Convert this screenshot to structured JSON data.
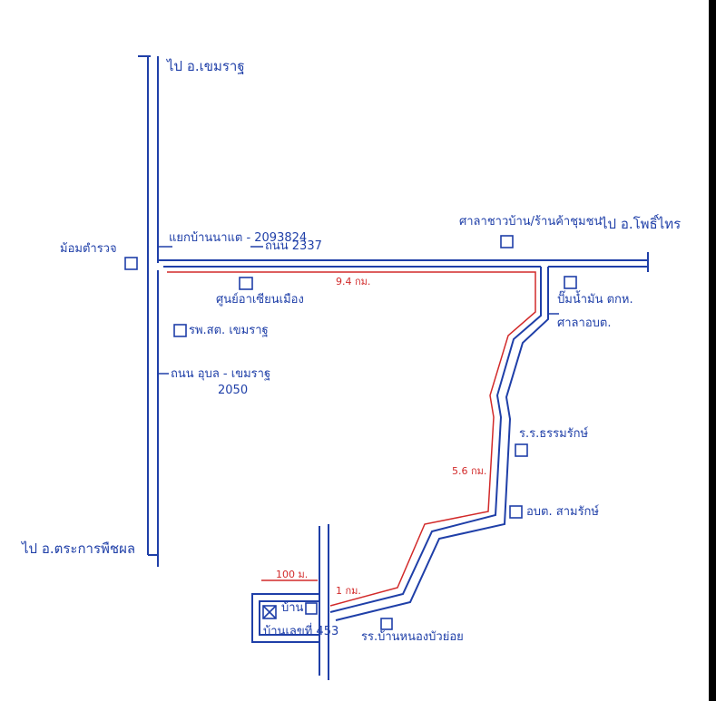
{
  "colors": {
    "ink": "#1f3fa8",
    "road_fill": "#4a90e2",
    "route": "#d22a2a",
    "edge": "#000000"
  },
  "labels": {
    "to_top": "ไป อ.เขมราฐ",
    "to_right": "ไป อ.โพธิ์ไทร",
    "to_bottom_left": "ไป อ.ตระการพืชผล",
    "left_marker": "ม้อมตำรวจ",
    "junction_name": "แยกบ้านนาแต - 2093824",
    "road_2337": "ถนน 2337",
    "road_2050_line1": "ถนน อุบล - เขมราฐ",
    "road_2050_line2": "2050",
    "school_top": "ศาลาชาวบ้าน/ร้านค้าชุมชน",
    "temple": "ศูนย์อาเซียนเมือง",
    "hospital": "รพ.สต. เขมราฐ",
    "gas_station": "ปั๊มน้ำมัน ตกห.",
    "gas_station_2": "ศาลาอบต.",
    "school_mid": "ร.ร.ธรรมรักษ์",
    "obt": "อบต. สามรักษ์",
    "home": "บ้าน",
    "home_address": "บ้านเลขที่ 453",
    "school_bottom": "รร.บ้านหนองบัวย่อย",
    "dist_top": "9.4 กม.",
    "dist_mid": "5.6 กม.",
    "dist_small": "1 กม.",
    "dist_lane": "100 ม."
  }
}
